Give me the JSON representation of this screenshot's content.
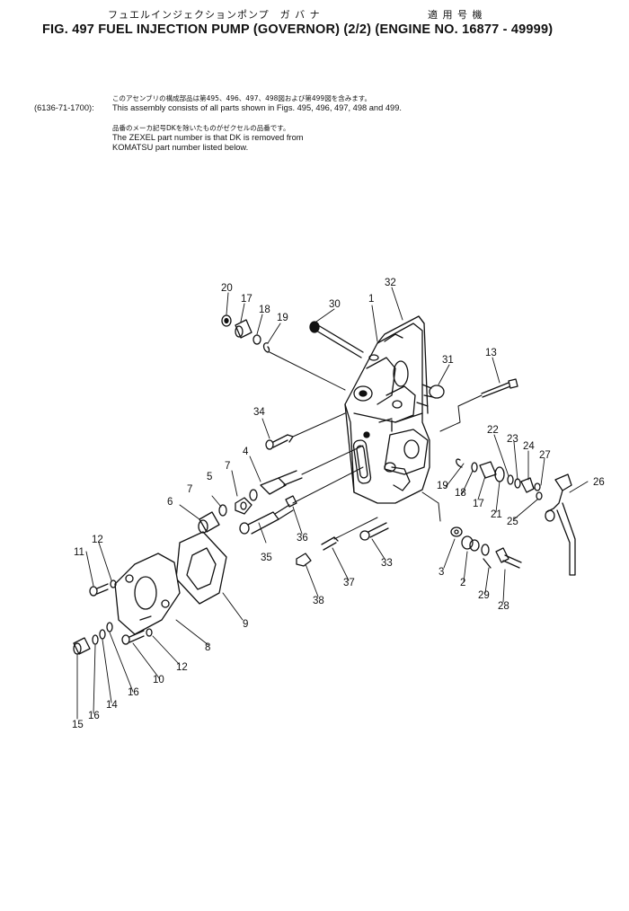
{
  "header": {
    "title_jp": "フュエルインジェクションポンプ　ガ バ ナ",
    "applicability_jp": "適 用 号 機",
    "title_en": "FIG. 497  FUEL INJECTION PUMP (GOVERNOR) (2/2) (ENGINE NO. 16877 - 49999)"
  },
  "notes": {
    "assembly_jp": "このアセンブリの構成部品は第495、496、497、498図および第499図を含みます。",
    "assembly_part_no": "(6136-71-1700):",
    "assembly_en": "This assembly consists of all parts shown in Figs. 495, 496, 497, 498 and 499.",
    "zexel_jp": "品番のメーカ記号DKを除いたものがゼクセルの品番です。",
    "zexel_en_1": "The ZEXEL part number is that DK is removed from",
    "zexel_en_2": "KOMATSU part number listed below."
  },
  "callouts": [
    "20",
    "17",
    "18",
    "19",
    "30",
    "1",
    "32",
    "31",
    "13",
    "34",
    "4",
    "7",
    "5",
    "7",
    "6",
    "36",
    "35",
    "22",
    "23",
    "24",
    "27",
    "26",
    "19",
    "18",
    "17",
    "21",
    "25",
    "33",
    "37",
    "38",
    "3",
    "2",
    "29",
    "28",
    "12",
    "11",
    "9",
    "8",
    "12",
    "10",
    "15",
    "16",
    "14",
    "16"
  ]
}
